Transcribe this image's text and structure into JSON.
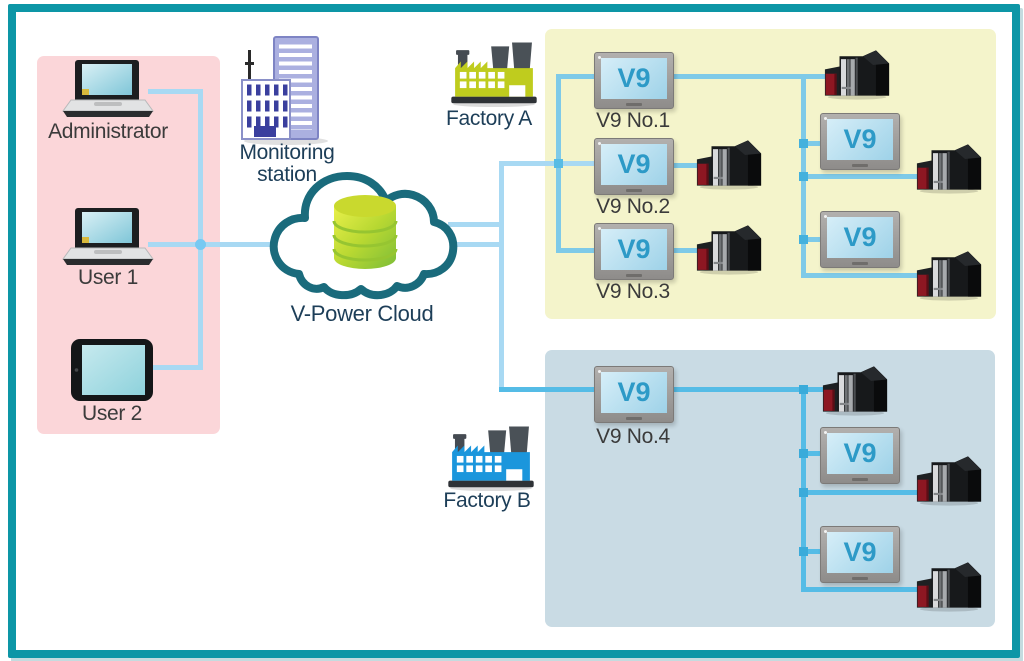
{
  "clients_panel": {
    "items": [
      {
        "label": "Administrator",
        "device": "laptop"
      },
      {
        "label": "User 1",
        "device": "laptop"
      },
      {
        "label": "User 2",
        "device": "tablet"
      }
    ]
  },
  "monitoring_station": {
    "line1": "Monitoring",
    "line2": "station"
  },
  "cloud": {
    "label": "V-Power Cloud"
  },
  "hmi_screen_text": "V9",
  "factory_a": {
    "label": "Factory A",
    "hmi_labels": [
      {
        "label": "V9 No.1"
      },
      {
        "label": "V9 No.2"
      },
      {
        "label": "V9 No.3"
      }
    ]
  },
  "factory_b": {
    "label": "Factory B",
    "hmi_labels": [
      {
        "label": "V9 No.4"
      }
    ]
  },
  "colors": {
    "frame_teal": "#0d96a6",
    "clients_panel_pink": "#fbd6d9",
    "factory_a_panel_yellow": "#f4f4cb",
    "factory_b_panel_blue": "#c9dbe4",
    "line_light_blue": "#a8d9f3",
    "line_cyan": "#7ecae8",
    "line_cyan_strong": "#55bce6",
    "factory_a_icon_green": "#bfcc1e",
    "factory_b_icon_blue": "#1b96dc",
    "hmi_text_blue": "#2d9ac7",
    "cloud_outline_teal": "#1a6b7c",
    "database_green": "#9ccb35"
  }
}
